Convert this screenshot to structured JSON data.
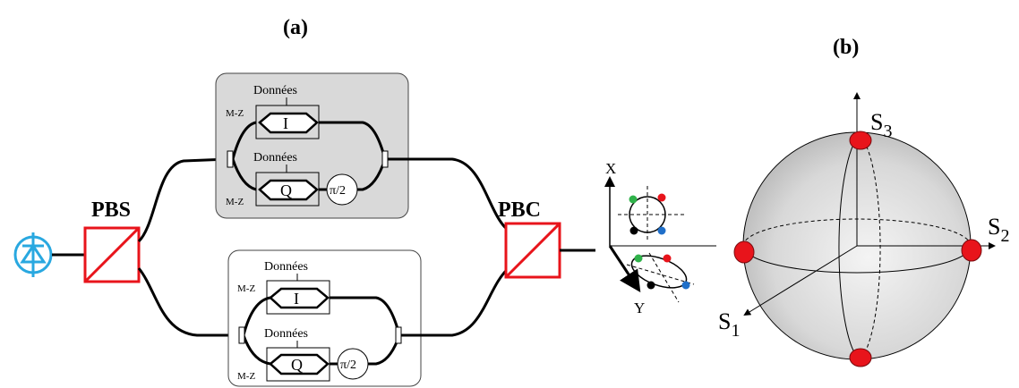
{
  "panels": {
    "a": "(a)",
    "b": "(b)"
  },
  "blocks": {
    "pbs": "PBS",
    "pbc": "PBC"
  },
  "modulators": {
    "data_label": "Données",
    "mz_label": "M-Z",
    "i_label": "I",
    "q_label": "Q",
    "phase_label": "π/2"
  },
  "constellation_axes": {
    "x": "X",
    "y": "Y"
  },
  "sphere_axes": {
    "s1": "S",
    "s1_sub": "1",
    "s2": "S",
    "s2_sub": "2",
    "s3": "S",
    "s3_sub": "3"
  },
  "colors": {
    "photodiode": "#29a8e0",
    "pbs_pbc": "#e8141b",
    "dot_red": "#e8141b",
    "dot_green": "#2fb24a",
    "dot_blue": "#1f6fc9",
    "dot_black": "#000000",
    "sphere_points": "#e8141b",
    "shaded_box": "#d9d9d9"
  }
}
